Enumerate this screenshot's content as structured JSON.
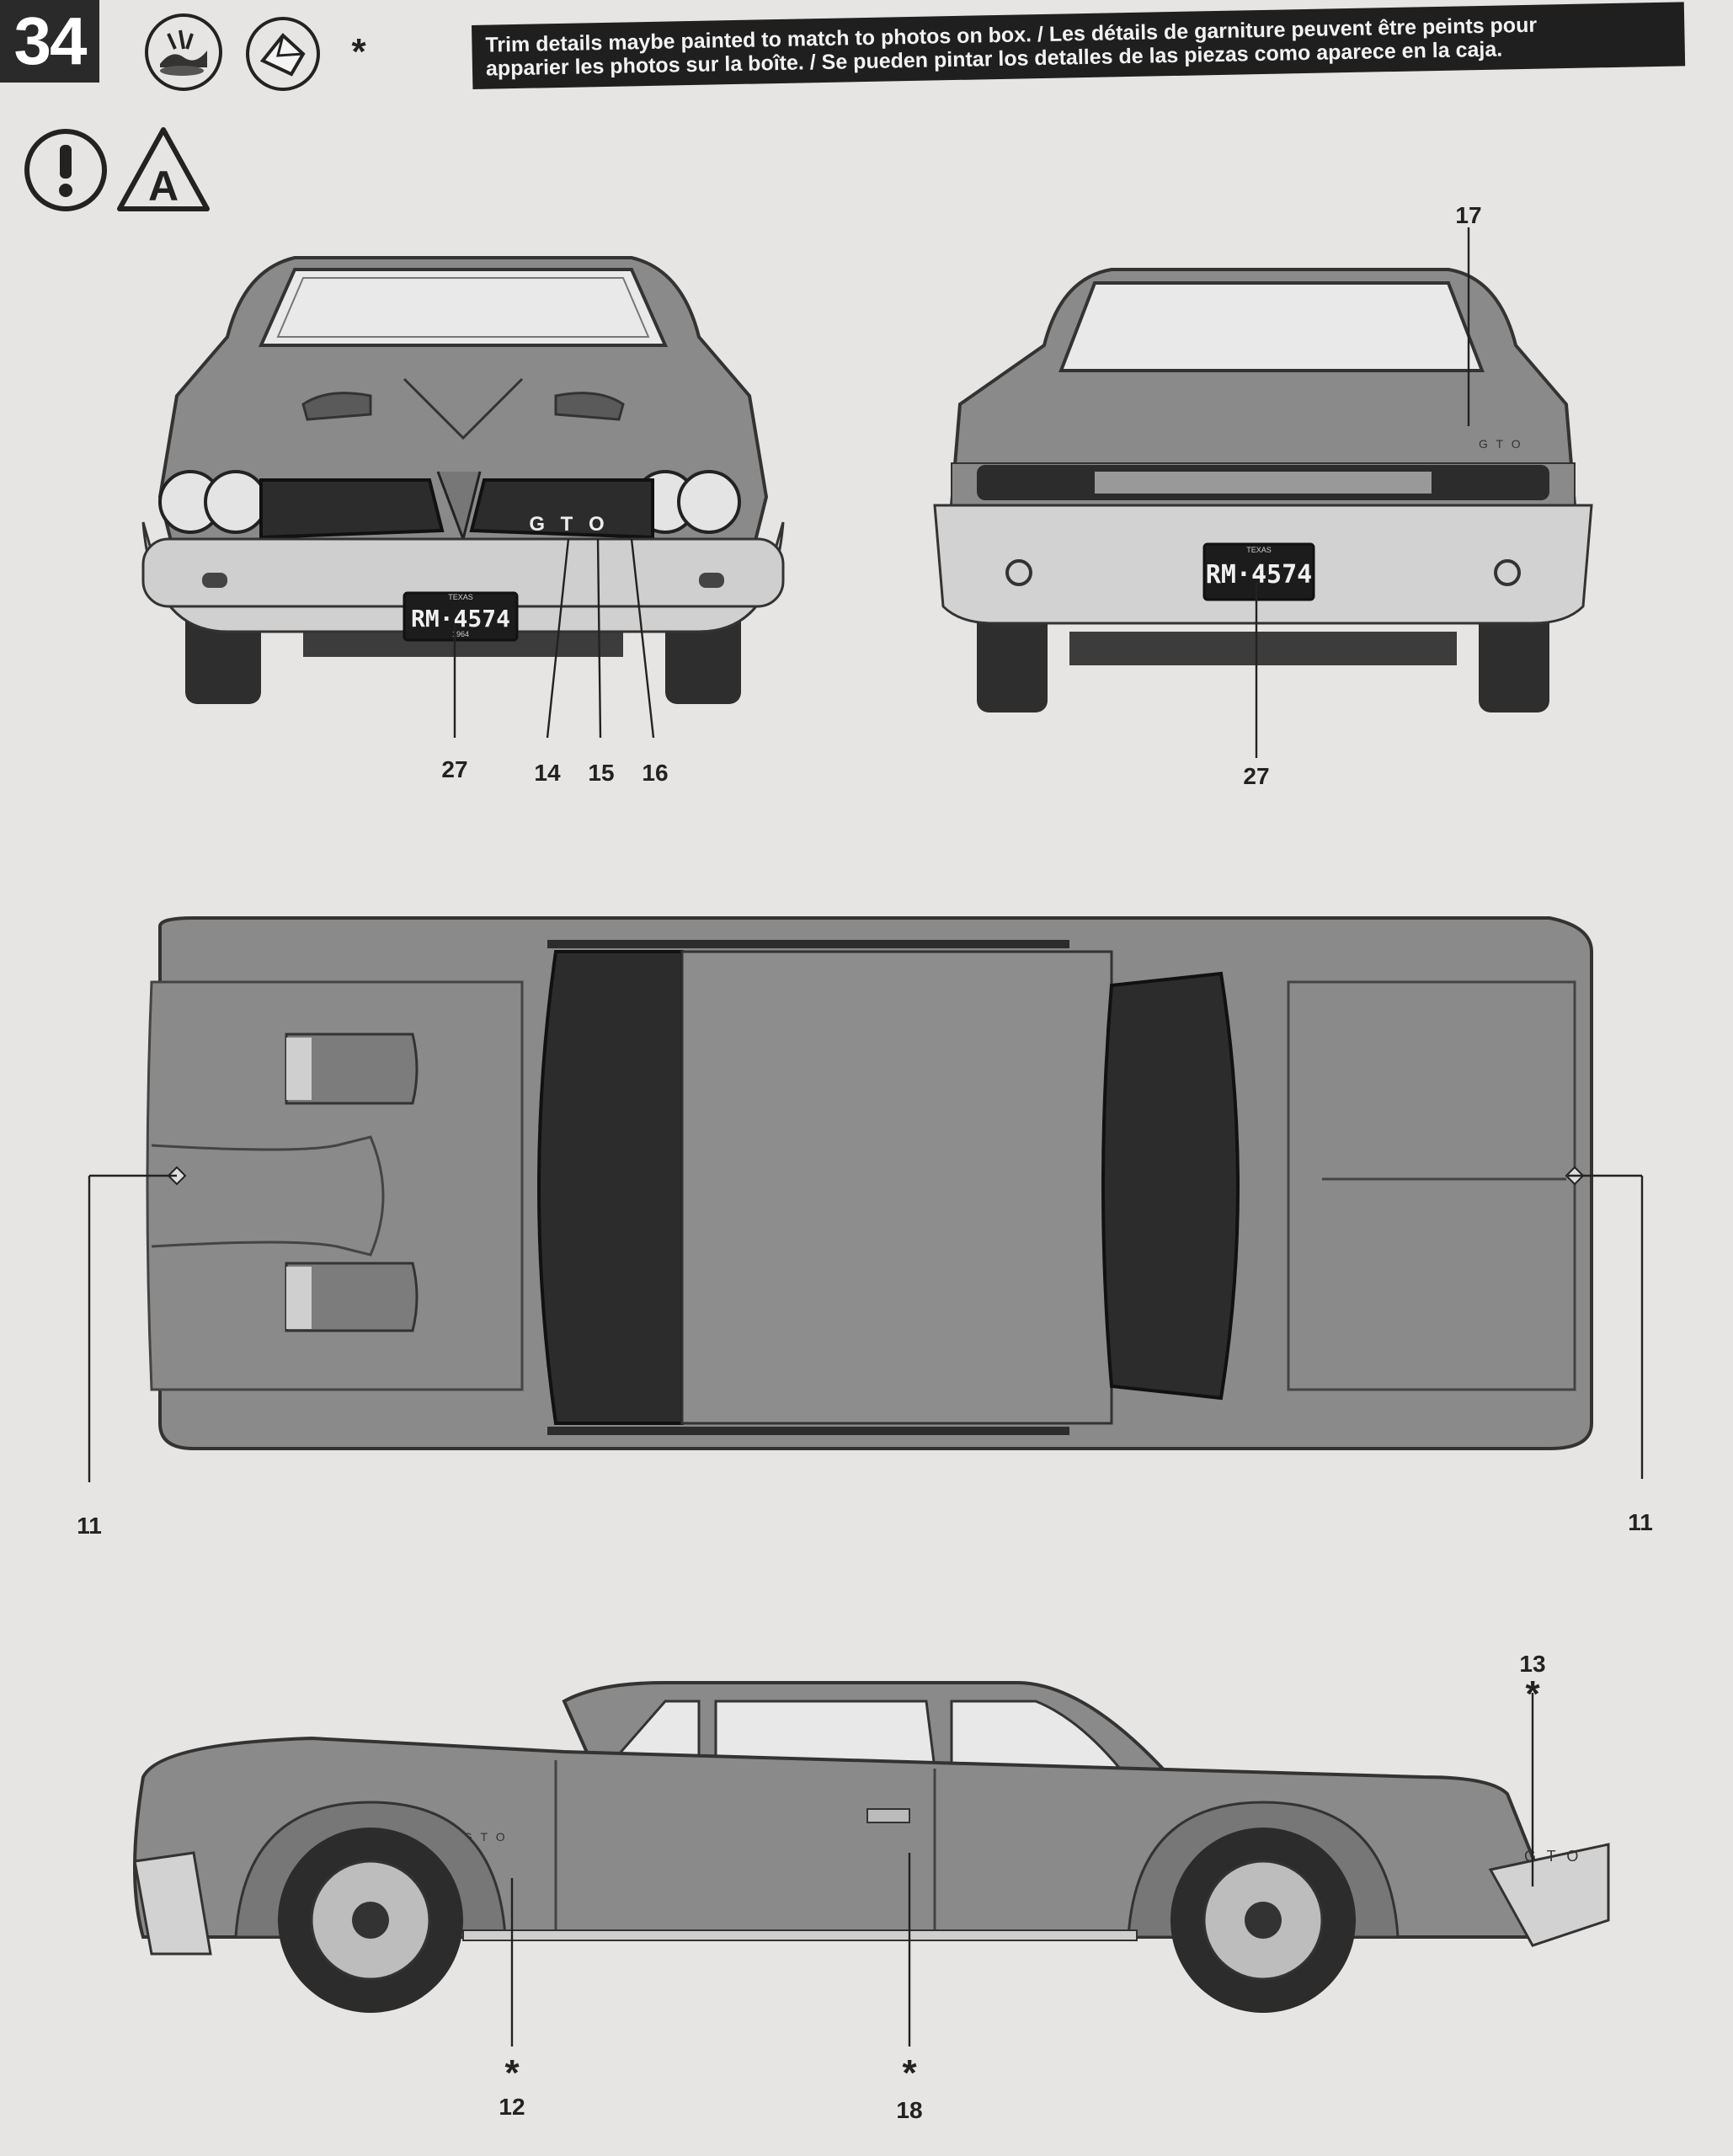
{
  "step": {
    "number": "34"
  },
  "icons": {
    "decal_icon": "decal-water-slide-icon",
    "apply_icon": "decal-apply-icon",
    "optional_mark": "*",
    "attention_icon": "exclamation-icon",
    "adult_icon": "A"
  },
  "trim_note": {
    "line1": "Trim details maybe painted to match to photos on box. / Les détails de garniture peuvent être peints pour",
    "line2": "apparier les photos sur la boîte. / Se pueden pintar los detalles de las piezas como aparece en la caja."
  },
  "front_view": {
    "plate": "RM·4574",
    "plate_top": "TEXAS",
    "plate_bottom": "1964",
    "emblem": "G T O",
    "callouts": {
      "c27": "27",
      "c14": "14",
      "c15": "15",
      "c16": "16"
    }
  },
  "rear_view": {
    "plate": "RM·4574",
    "plate_top": "TEXAS",
    "callouts": {
      "c17": "17",
      "c27": "27"
    }
  },
  "top_view": {
    "callouts": {
      "left": "11",
      "right": "11"
    }
  },
  "side_view": {
    "emblem": "G T O",
    "callouts": {
      "c13": "13",
      "c12": "12",
      "c18": "18"
    },
    "star": "*"
  },
  "colors": {
    "paper": "#e6e5e3",
    "body": "#8a8a8a",
    "dark": "#2c2c2c",
    "chrome": "#cfcfcf"
  }
}
